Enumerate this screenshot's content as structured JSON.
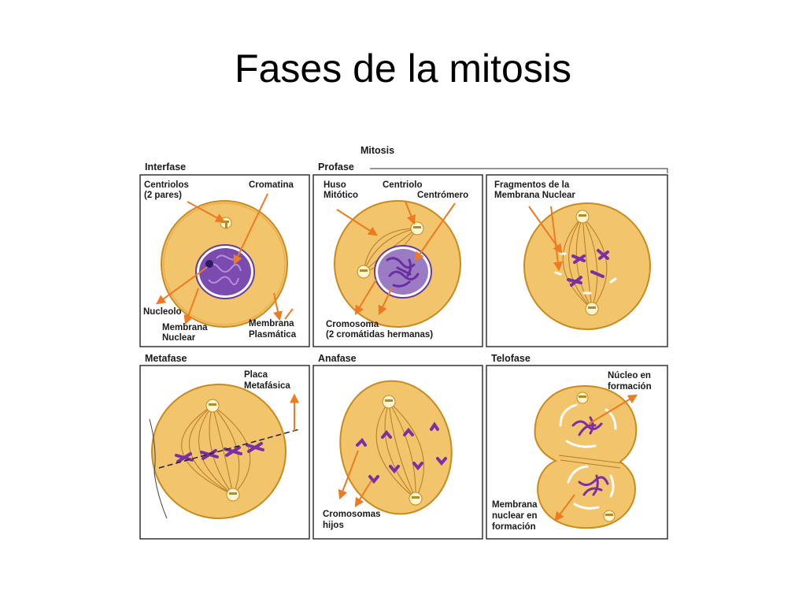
{
  "slide": {
    "title": "Fases de la mitosis"
  },
  "diagram": {
    "mitosis_title": "Mitosis",
    "colors": {
      "cell": "#f2c46b",
      "cell_edge": "#c98a1e",
      "nucleus": "#7b4bb0",
      "chromosome": "#7a2fa5",
      "arrow": "#ee7a22",
      "spindle": "#b57a2a"
    },
    "panels": {
      "interfase": {
        "heading": "Interfase",
        "centriolos": [
          "Centriolos",
          "(2 pares)"
        ],
        "cromatina": "Cromatina",
        "nucleolo": "Nucleolo",
        "membrana_nuclear": [
          "Membrana",
          "Nuclear"
        ],
        "membrana_plasmatica": [
          "Membrana",
          "Plasmática"
        ]
      },
      "profase": {
        "heading": "Profase",
        "huso": [
          "Huso",
          "Mitótico"
        ],
        "centriolo": "Centriolo",
        "centromero": "Centrómero",
        "cromosoma": [
          "Cromosoma",
          "(2 cromátidas hermanas)"
        ]
      },
      "prometafase": {
        "fragmentos": [
          "Fragmentos de la",
          "Membrana Nuclear"
        ]
      },
      "metafase": {
        "heading": "Metafase",
        "placa": [
          "Placa",
          "Metafásica"
        ]
      },
      "anafase": {
        "heading": "Anafase",
        "cromosomas_hijos": [
          "Cromosomas",
          "hijos"
        ]
      },
      "telofase": {
        "heading": "Telofase",
        "nucleo": [
          "Núcleo en",
          "formación"
        ],
        "membrana": [
          "Membrana",
          "nuclear en",
          "formación"
        ]
      }
    }
  }
}
